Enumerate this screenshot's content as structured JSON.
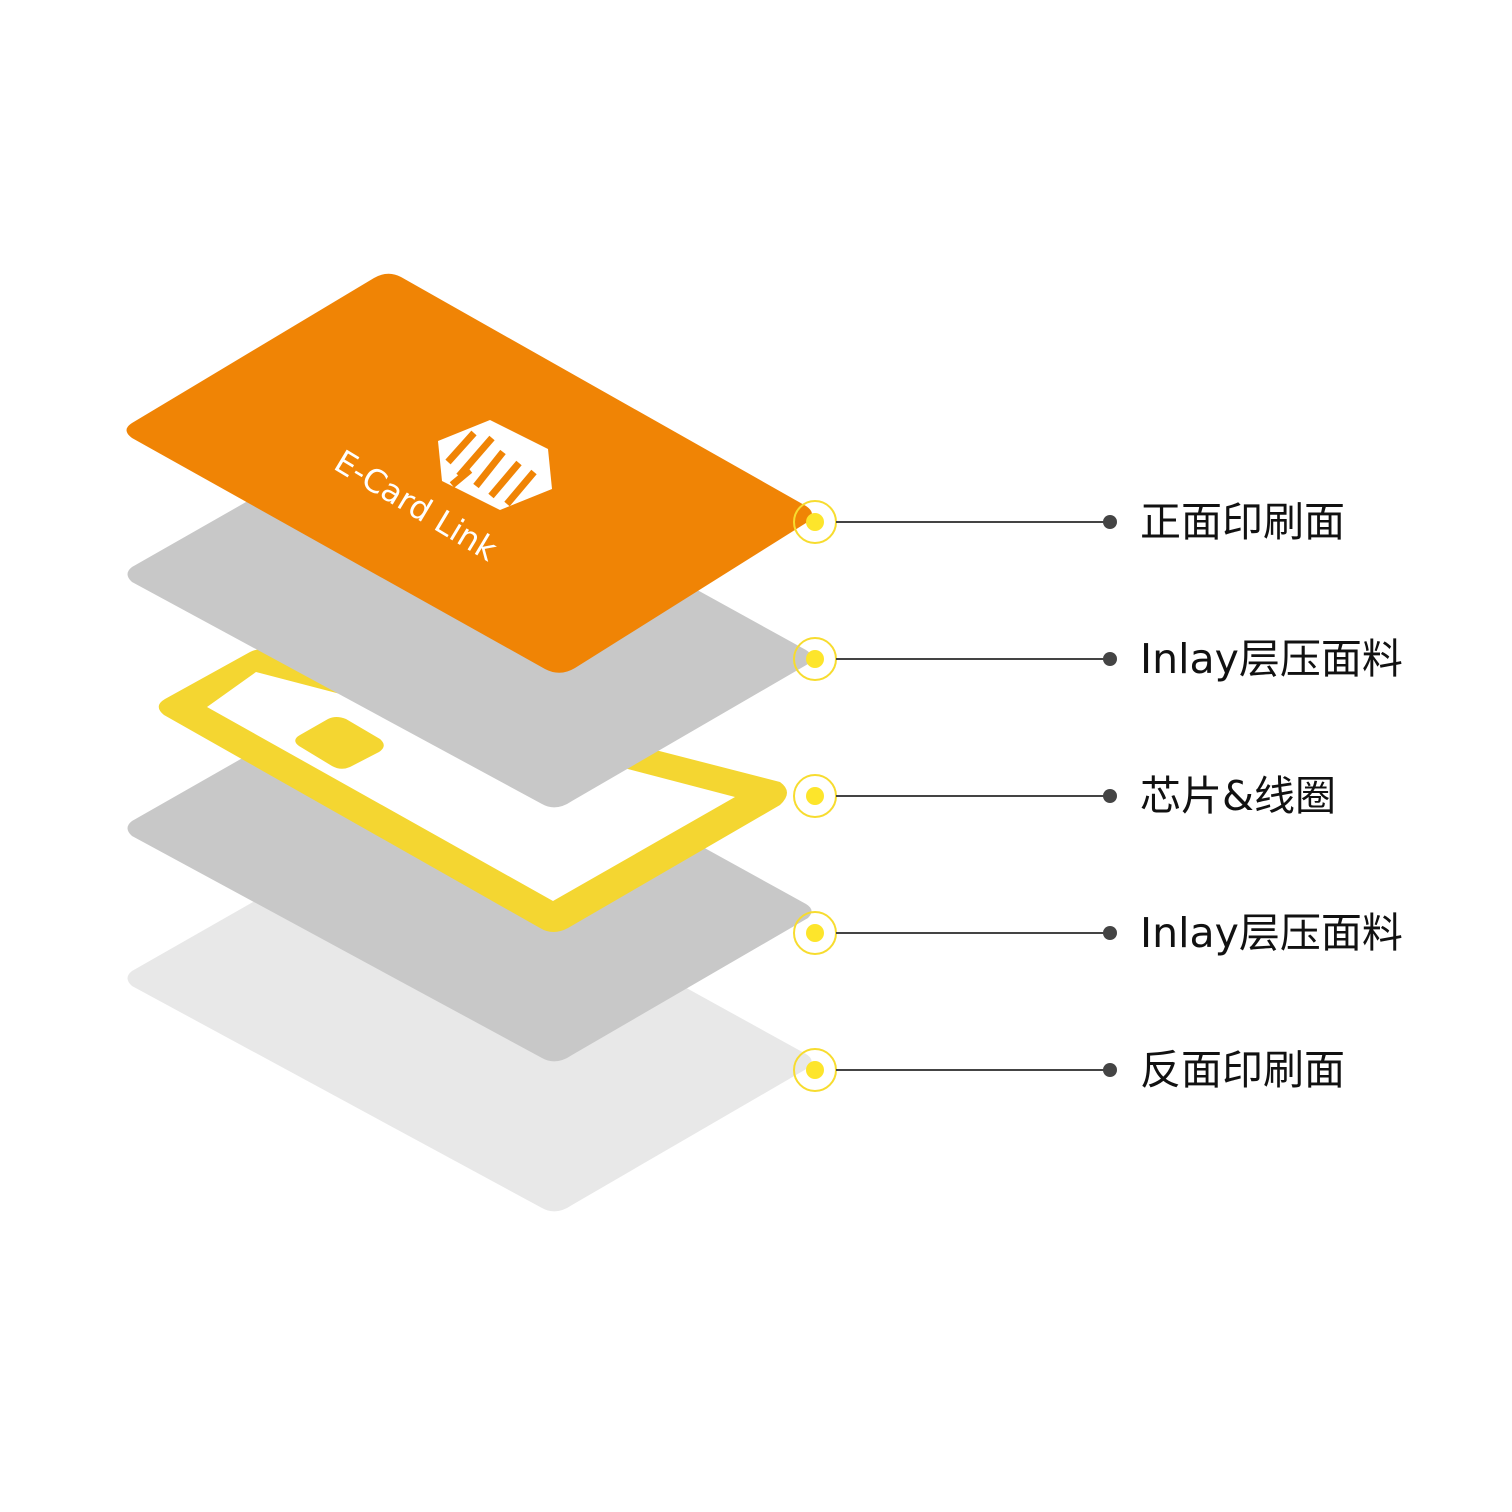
{
  "brand": {
    "wordmark": "E-Card Link",
    "logo_icon": "ecard-link-logo-icon"
  },
  "colors": {
    "front_print": "#f08405",
    "inlay": "#c8c8c8",
    "chip_coil": "#f4d631",
    "back_print": "#e8e8e8",
    "marker": "#fde52b",
    "marker_ring": "#f7dc2f",
    "leader": "#444444",
    "text": "#111111",
    "white": "#ffffff"
  },
  "layers": [
    {
      "id": "back",
      "label": "反面印刷面",
      "color_key": "back_print"
    },
    {
      "id": "inlay2",
      "label": "Inlay层压面料",
      "color_key": "inlay"
    },
    {
      "id": "chip",
      "label": "芯片&线圈",
      "color_key": "chip_coil"
    },
    {
      "id": "inlay1",
      "label": "Inlay层压面料",
      "color_key": "inlay"
    },
    {
      "id": "front",
      "label": "正面印刷面",
      "color_key": "front_print"
    }
  ]
}
